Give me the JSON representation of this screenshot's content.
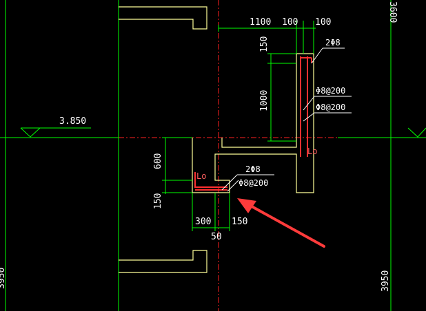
{
  "drawing": {
    "level_mark": "3.850",
    "dim_top_1100": "1100",
    "dim_top_100a": "100",
    "dim_top_100b": "100",
    "dim_150_vertical": "150",
    "dim_1000_vertical": "1000",
    "dim_600_vertical": "600",
    "dim_150_lower": "150",
    "dim_300": "300",
    "dim_150_bottom": "150",
    "dim_50": "50",
    "right_edge_top": "3600",
    "left_edge_bottom": "3950",
    "right_bottom": "3950",
    "rebar_top_2phi8": "2Φ8",
    "rebar_phi8_200_a": "Φ8@200",
    "rebar_phi8_200_b": "Φ8@200",
    "rebar_lower_2phi8": "2Φ8",
    "rebar_lower_phi8_200": "Φ8@200",
    "lo_label_upper": "Lo",
    "lo_label_lower": "Lo"
  },
  "colors": {
    "background": "#000000",
    "dimension": "#00ff00",
    "outline": "#ffff99",
    "rebar": "#ff3030",
    "centerline": "#ff2020",
    "arrow": "#ff3b3b",
    "text": "#ffffff"
  }
}
